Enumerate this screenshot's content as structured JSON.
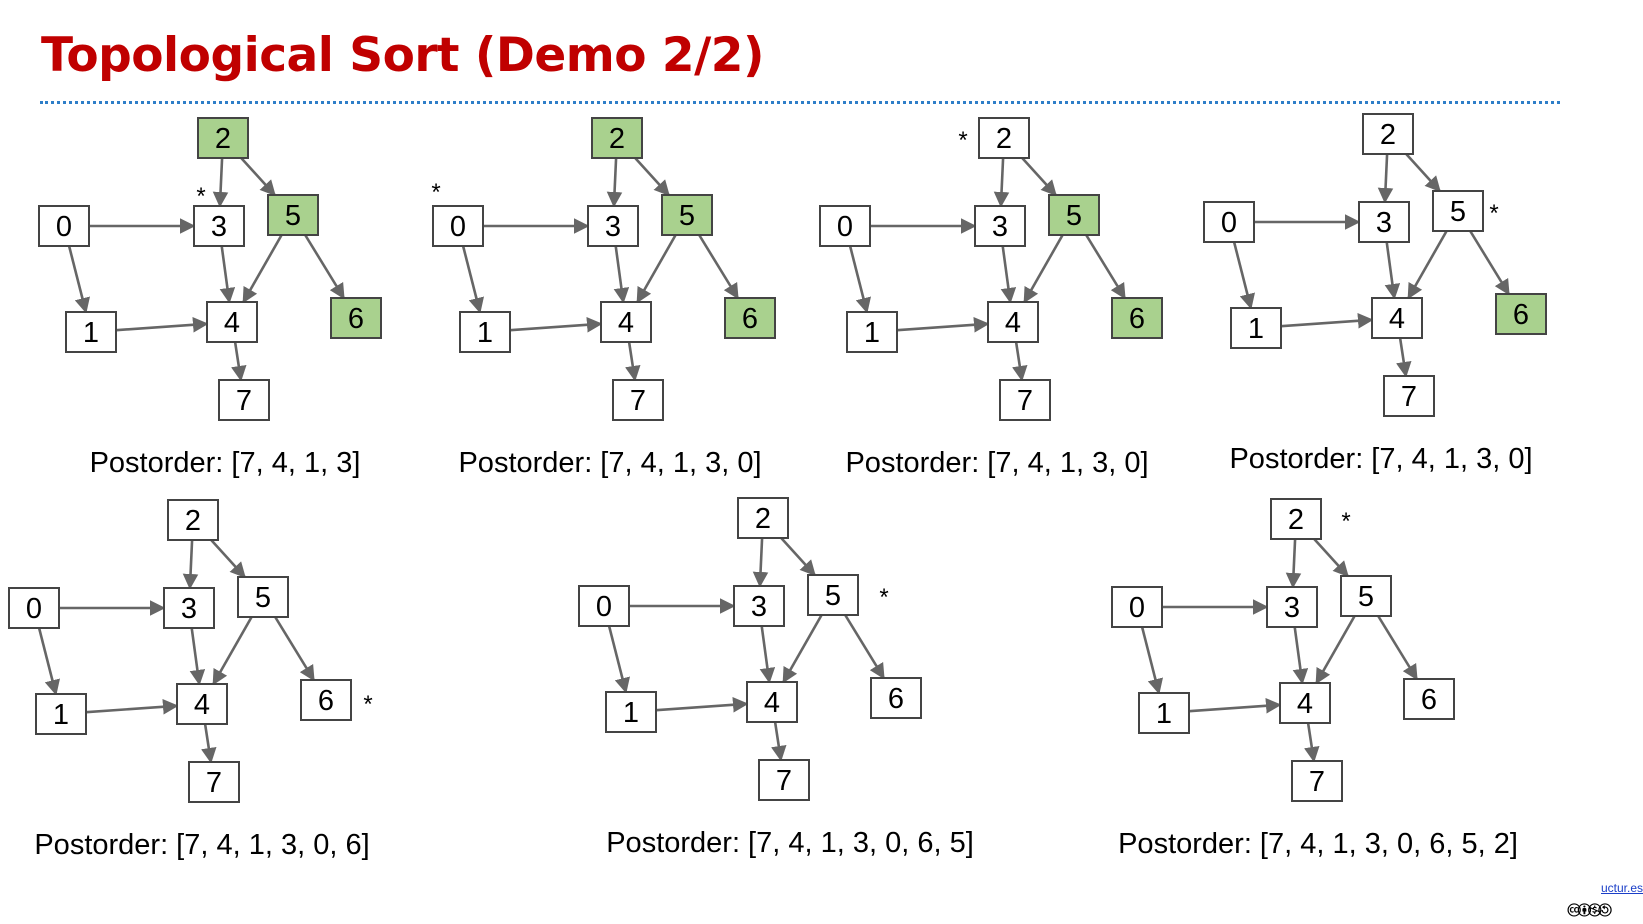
{
  "title": "Topological Sort (Demo 2/2)",
  "footer": {
    "link_text": "uctur.es",
    "license_badge": "🅭🅯🄏🄎"
  },
  "colors": {
    "title": "#c00000",
    "rule": "#2e7ec8",
    "highlight_fill": "#a9d18e",
    "node_fill": "#ffffff",
    "edge": "#666666"
  },
  "graph": {
    "nodes": [
      "0",
      "1",
      "2",
      "3",
      "4",
      "5",
      "6",
      "7"
    ],
    "edges": [
      [
        "0",
        "3"
      ],
      [
        "0",
        "1"
      ],
      [
        "1",
        "4"
      ],
      [
        "2",
        "3"
      ],
      [
        "2",
        "5"
      ],
      [
        "3",
        "4"
      ],
      [
        "4",
        "7"
      ],
      [
        "5",
        "4"
      ],
      [
        "5",
        "6"
      ]
    ]
  },
  "panels": [
    {
      "caption": "Postorder: [7, 4, 1, 3]",
      "star": "3",
      "highlighted": [
        "2",
        "5",
        "6"
      ]
    },
    {
      "caption": "Postorder: [7, 4, 1, 3, 0]",
      "star": "0",
      "highlighted": [
        "2",
        "5",
        "6"
      ]
    },
    {
      "caption": "Postorder: [7, 4, 1, 3, 0]",
      "star": "2",
      "highlighted": [
        "5",
        "6"
      ]
    },
    {
      "caption": "Postorder: [7, 4, 1, 3, 0]",
      "star": "5",
      "highlighted": [
        "6"
      ]
    },
    {
      "caption": "Postorder: [7, 4, 1, 3, 0, 6]",
      "star": "6",
      "highlighted": []
    },
    {
      "caption": "Postorder: [7, 4, 1, 3, 0, 6, 5]",
      "star": "5",
      "highlighted": []
    },
    {
      "caption": "Postorder: [7, 4, 1, 3, 0, 6, 5, 2]",
      "star": "2",
      "highlighted": []
    }
  ]
}
